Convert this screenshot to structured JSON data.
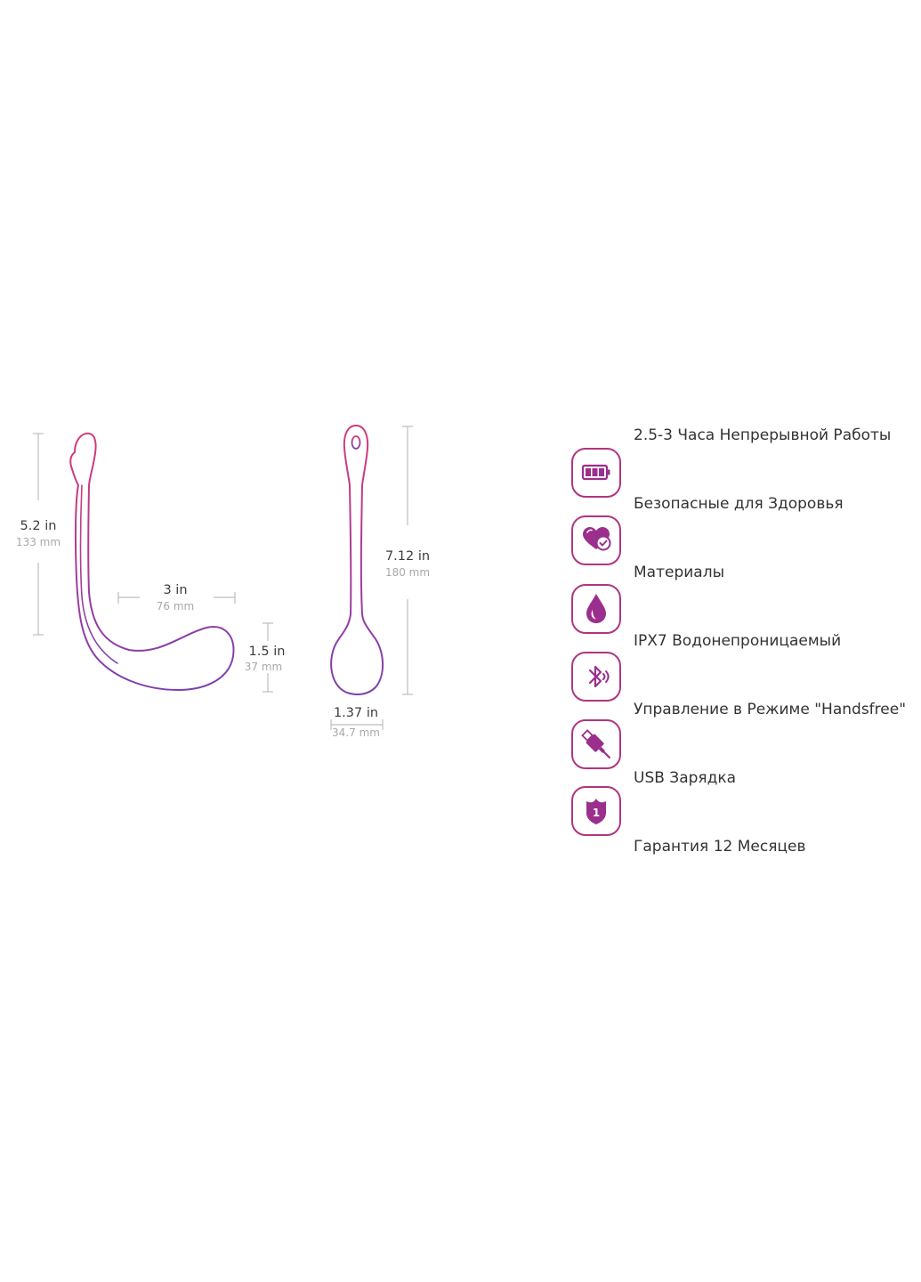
{
  "colors": {
    "accent": "#b0357f",
    "icon_fill": "#9b2f8d",
    "outline_start": "#d63a7a",
    "outline_end": "#7b3fb0"
  },
  "dimensions": {
    "left_height": {
      "in": "5.2 in",
      "mm": "133 mm"
    },
    "left_width": {
      "in": "3 in",
      "mm": "76 mm"
    },
    "bulb_height": {
      "in": "1.5 in",
      "mm": "37 mm"
    },
    "right_height": {
      "in": "7.12 in",
      "mm": "180 mm"
    },
    "right_width": {
      "in": "1.37 in",
      "mm": "34.7 mm"
    }
  },
  "features": [
    {
      "label": "2.5-3 Часа Непрерывной Работы"
    },
    {
      "label": "Безопасные для Здоровья"
    },
    {
      "label": "Материалы"
    },
    {
      "label": "IPX7 Водонепроницаемый"
    },
    {
      "label": "Управление в Режиме \"Handsfree\""
    },
    {
      "label": "USB Зарядка"
    },
    {
      "label": "Гарантия 12 Месяцев"
    }
  ],
  "icons": [
    {
      "name": "battery-icon"
    },
    {
      "name": "heart-check-icon"
    },
    {
      "name": "water-drop-icon"
    },
    {
      "name": "bluetooth-icon"
    },
    {
      "name": "usb-plug-icon"
    },
    {
      "name": "warranty-shield-icon"
    }
  ],
  "warranty_badge_number": "1"
}
